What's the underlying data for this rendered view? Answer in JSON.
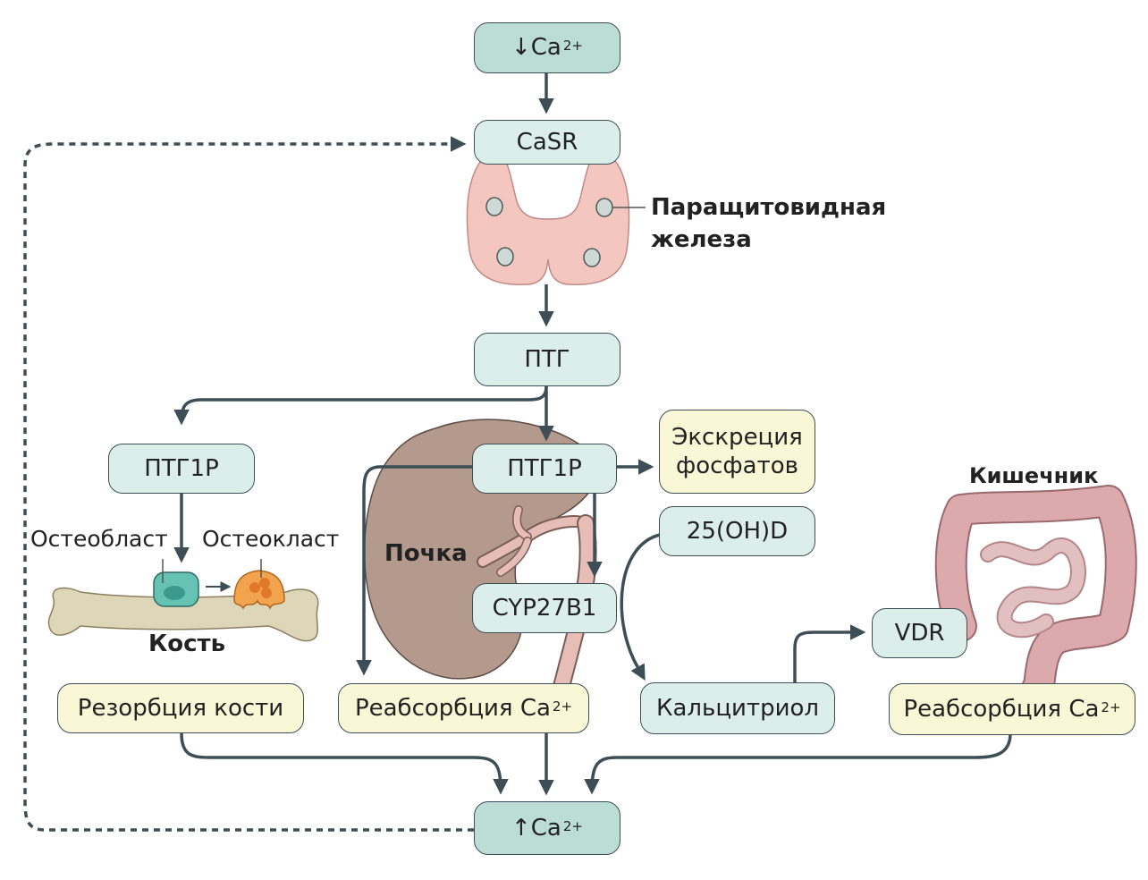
{
  "nodes": {
    "ca_low": {
      "arrow": "↓",
      "text": "Ca",
      "sup": "2+"
    },
    "casr": "CaSR",
    "ptg": "ПТГ",
    "ptg1r_bone": "ПТГ1Р",
    "ptg1r_kidney": "ПТГ1Р",
    "phosphate_excretion": [
      "Экскреция",
      "фосфатов"
    ],
    "oh_d": "25(OH)D",
    "cyp27b1": "CYP27B1",
    "vdr": "VDR",
    "calcitriol": "Кальцитриол",
    "bone_resorption": "Резорбция кости",
    "kidney_reabsorption": {
      "text": "Реабсорбция Ca",
      "sup": "2+"
    },
    "intestine_reabsorption": {
      "text": "Реабсорбция Ca",
      "sup": "2+"
    },
    "ca_high": {
      "arrow": "↑",
      "text": "Ca",
      "sup": "2+"
    }
  },
  "labels": {
    "parathyroid": [
      "Паращитовидная",
      "железа"
    ],
    "kidney": "Почка",
    "bone": "Кость",
    "osteoblast": "Остеобласт",
    "osteoclast": "Остеокласт",
    "intestine": "Кишечник"
  },
  "colors": {
    "teal_box": "#bcdcd6",
    "pale_box": "#dceeea",
    "cream_box": "#faf7d6",
    "arrow": "#3d4e56",
    "kidney": "#b39a8c",
    "thyroid": "#f4c6c0",
    "bone": "#ddd6b8",
    "intestine": "#dca9ad"
  }
}
